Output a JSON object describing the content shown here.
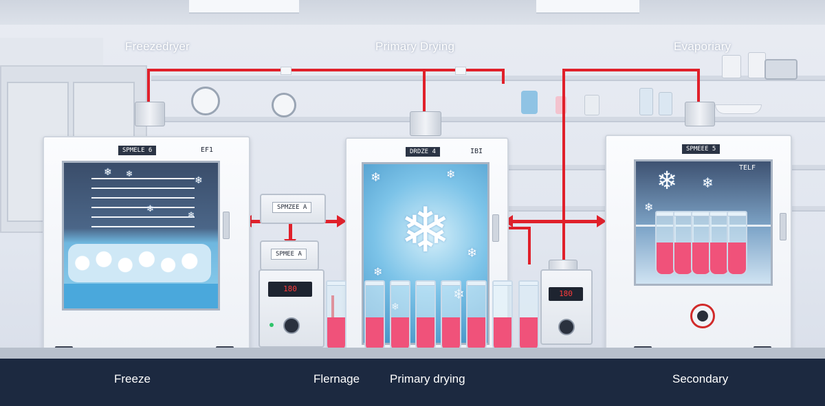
{
  "labels": {
    "top_left": "Freezedryer",
    "top_center": "Primary Drying",
    "top_right": "Evaporiary",
    "bottom_1": "Freeze",
    "bottom_2": "Flernage",
    "bottom_3": "Primary drying",
    "bottom_4": "Secondary"
  },
  "units": {
    "left": {
      "tag": "SPMELE 6",
      "code": "EF1"
    },
    "center": {
      "tag": "DRDZE 4",
      "code": "IBI"
    },
    "right": {
      "tag": "SPMEEE 5",
      "code": "TELF"
    }
  },
  "controllers": {
    "top_small": {
      "tag": "SPMZEE A"
    },
    "mid_small": {
      "tag": "SPMEE A"
    },
    "left_display": "180",
    "right_display": "180"
  },
  "colors": {
    "pipe": "#e0202a",
    "liquid": "#f0527a",
    "ice_blue": "#5aa8d8",
    "chamber_blue": "#7cc3e8",
    "floor": "#1c2940"
  },
  "icons": {
    "left_product": "ice-crystal-cluster-icon",
    "center_product": "large-snowflake-icon",
    "right_warning": "stop-target-icon"
  }
}
